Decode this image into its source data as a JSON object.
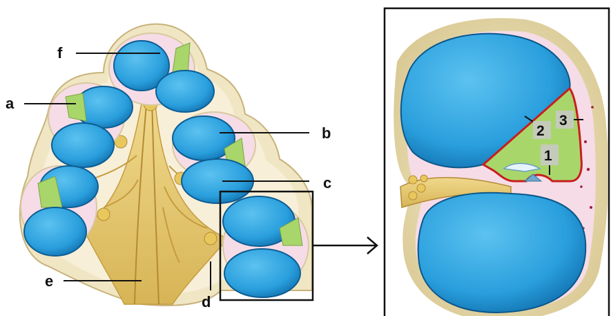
{
  "figure": {
    "overview_labels": [
      "a",
      "b",
      "c",
      "d",
      "e",
      "f"
    ],
    "detail_labels": [
      "1",
      "2",
      "3"
    ],
    "colors": {
      "scala_blue": "#2aa0de",
      "scala_blue_dark": "#0f6fae",
      "bone": "#e9dfb4",
      "perilymph_pink": "#f6dce6",
      "duct_green": "#a9d66b",
      "membrane_red": "#c81e1e",
      "nerve_gold": "#e2c46d",
      "frame": "#111111"
    },
    "icons": [
      "arrow-right-icon"
    ]
  }
}
